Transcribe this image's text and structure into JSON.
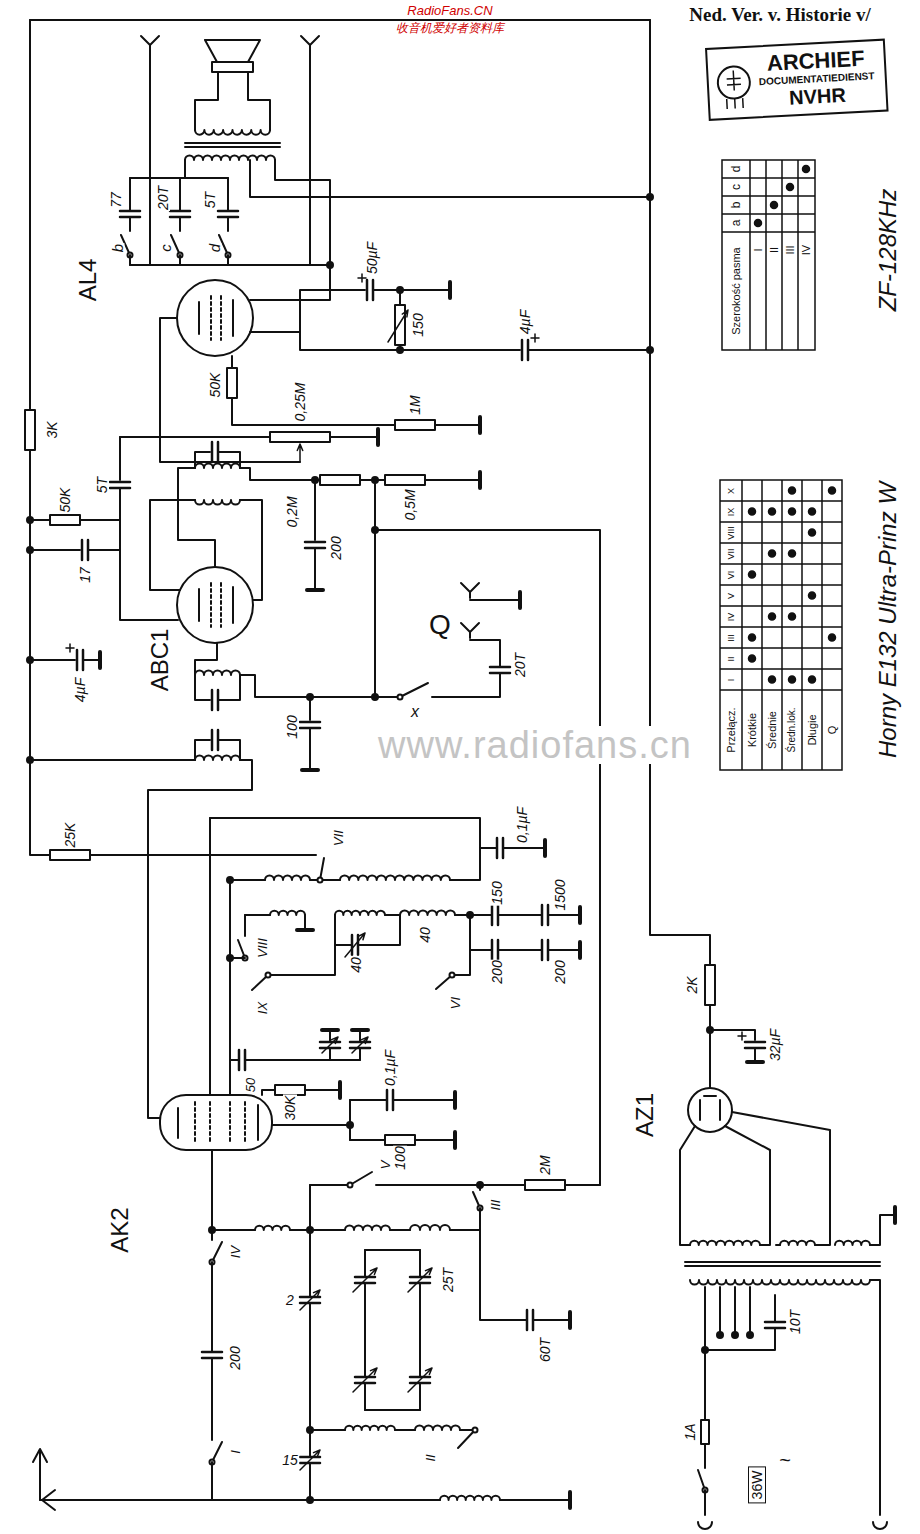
{
  "diagram": {
    "title": "Horny E132 Ultra-Prinz W",
    "nodes": [
      {
        "text": [
          "ARCHIEF",
          "DOCUMENTATIEDIENST",
          "NVHR"
        ]
      }
    ],
    "labels": [
      "RadioFans.CN",
      "收音机爱好者资料库",
      "Ned. Ver. v. Historie v/",
      "AL4",
      "b",
      "77",
      "c",
      "20T",
      "d",
      "5T",
      "50µF",
      "4µF",
      "150",
      "50K",
      "0,25M",
      "1M",
      "3K",
      "50K",
      "5T",
      "17",
      "4µF",
      "ABC1",
      "0,2M",
      "200",
      "0,5M",
      "Q",
      "20T",
      "x",
      "100",
      "25K",
      "VII",
      "0,1µF",
      "VIII",
      "40",
      "40",
      "150",
      "1500",
      "IX",
      "VI",
      "200",
      "200",
      "50",
      "30K",
      "0,1µF",
      "100",
      "AK2",
      "V",
      "III",
      "2M",
      "25T",
      "60T",
      "2",
      "IV",
      "200",
      "I",
      "15",
      "II",
      "AZ1",
      "2K",
      "32µF",
      "10T",
      "1A",
      "36W",
      "~",
      "ZF-128KHz",
      "www.radiofans.cn",
      "a",
      "b",
      "c",
      "d",
      "Szerokość pasma",
      "I",
      "II",
      "III",
      "IV",
      "Przełącz.",
      "I",
      "II",
      "III",
      "IV",
      "V",
      "VI",
      "VII",
      "VIII",
      "IX",
      "X",
      "Krótkie",
      "Średnie",
      "Średn.lok.",
      "Długie",
      "Q"
    ]
  }
}
